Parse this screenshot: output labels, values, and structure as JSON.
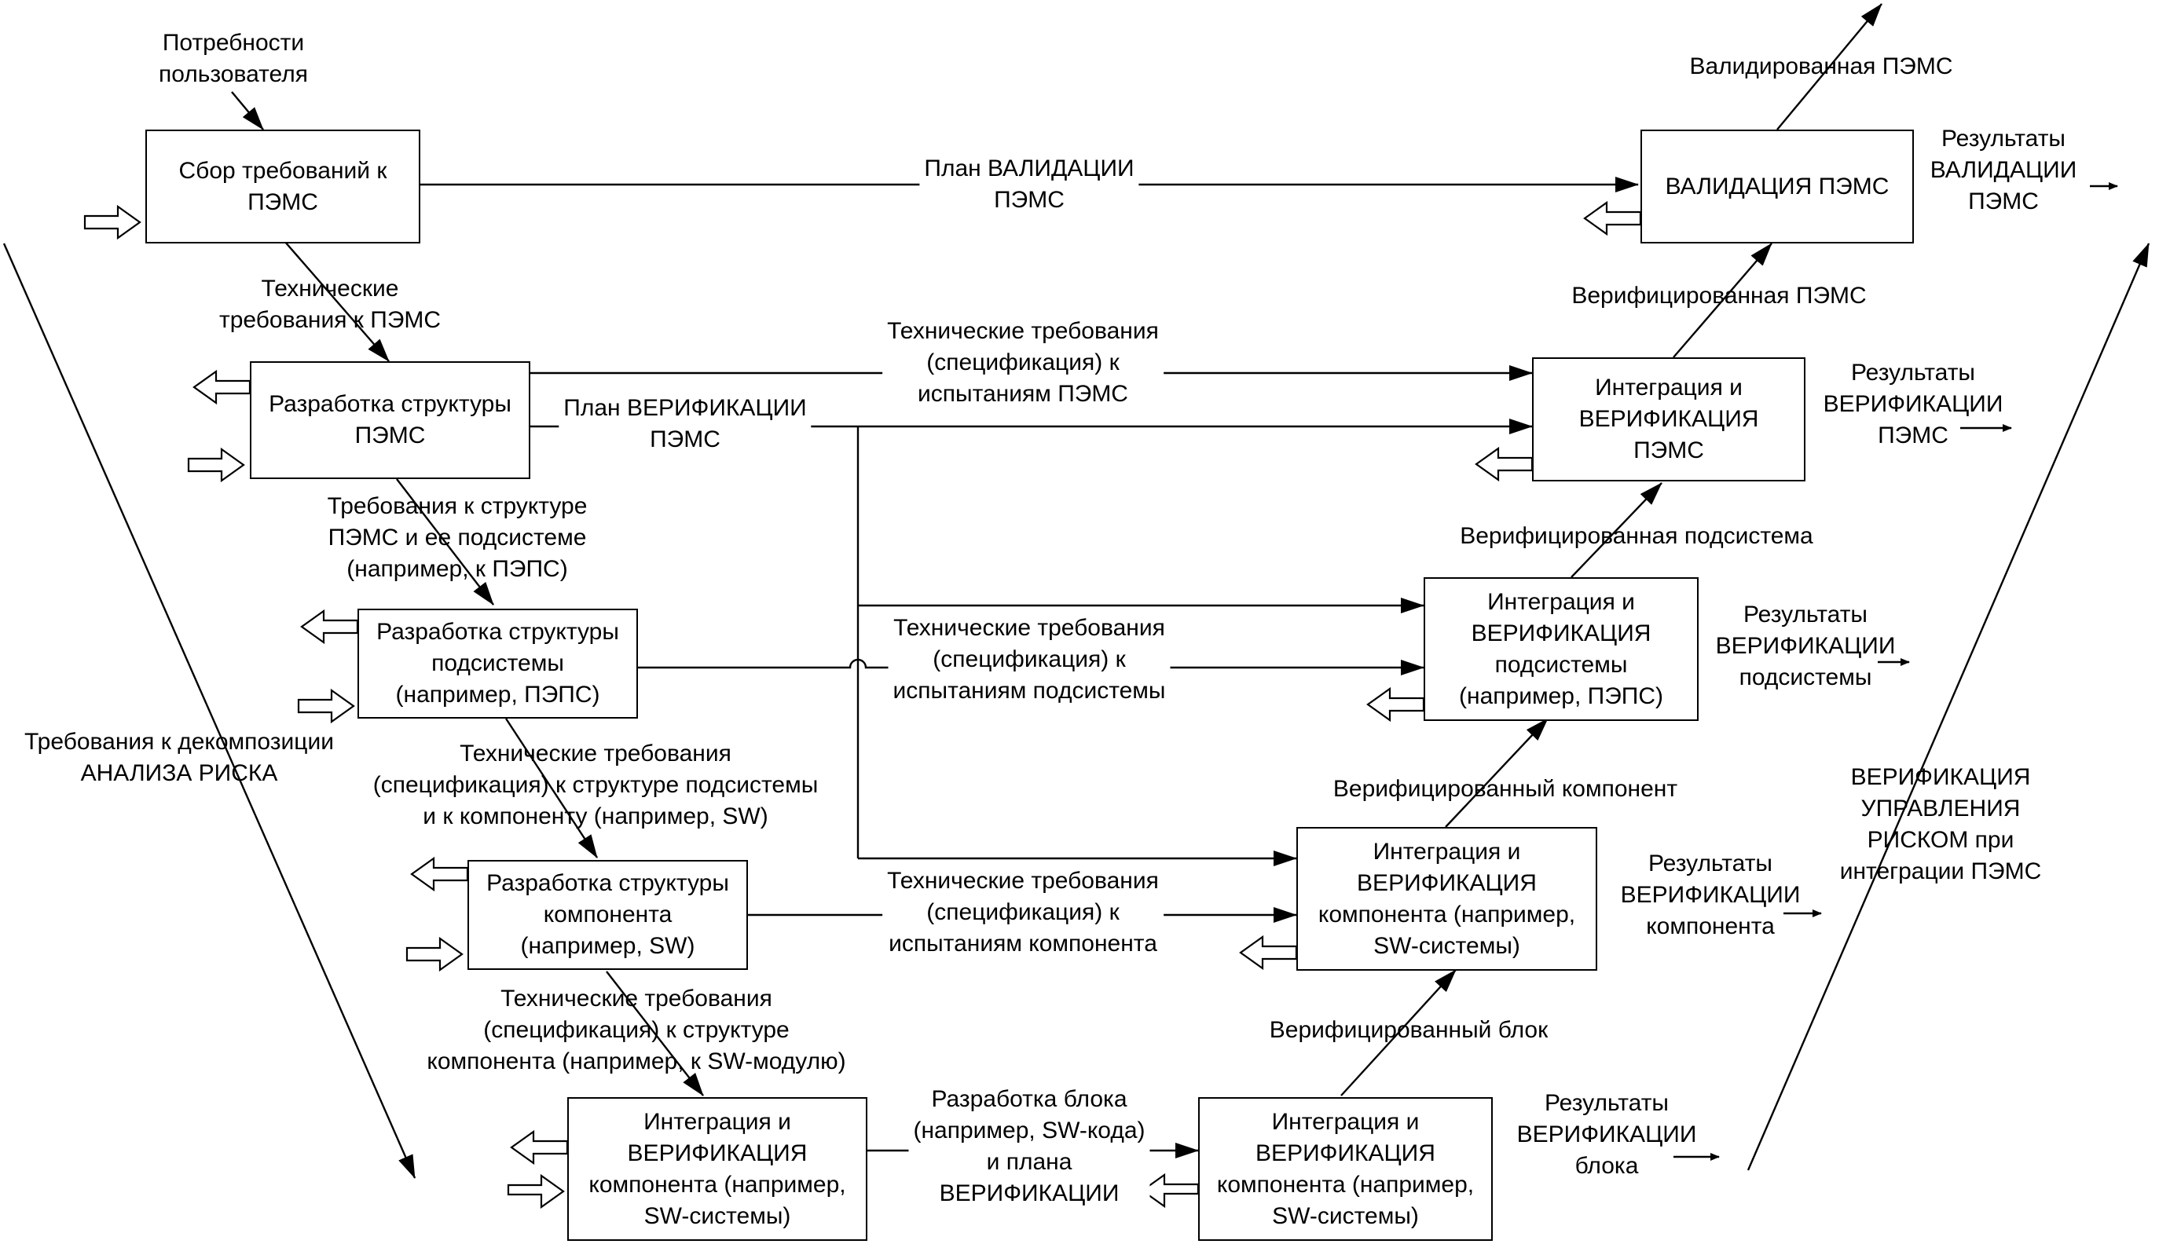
{
  "boxes": {
    "requirements_collection": "Сбор требований к\nПЭМС",
    "pems_validation": "ВАЛИДАЦИЯ ПЭМС",
    "pems_structure": "Разработка структуры\nПЭМС",
    "pems_integration": "Интеграция и\nВЕРИФИКАЦИЯ\nПЭМС",
    "subsystem_structure": "Разработка структуры\nподсистемы\n(например, ПЭПС)",
    "subsystem_integration": "Интеграция и\nВЕРИФИКАЦИЯ\nподсистемы\n(например, ПЭПС)",
    "component_structure": "Разработка структуры\nкомпонента\n(например, SW)",
    "component_integration": "Интеграция и\nВЕРИФИКАЦИЯ\nкомпонента (например,\nSW-системы)",
    "unit_left": "Интеграция и\nВЕРИФИКАЦИЯ\nкомпонента (например,\nSW-системы)",
    "unit_right": "Интеграция и\nВЕРИФИКАЦИЯ\nкомпонента (например,\nSW-системы)"
  },
  "labels": {
    "user_needs": "Потребности\nпользователя",
    "validated_pems": "Валидированная ПЭМС",
    "validation_plan": "План ВАЛИДАЦИИ\nПЭМС",
    "validation_results": "Результаты\nВАЛИДАЦИИ\nПЭМС",
    "pems_tech_requirements": "Технические\nтребования к ПЭМС",
    "verified_pems": "Верифицированная ПЭМС",
    "pems_test_spec": "Технические требования\n(спецификация) к\nиспытаниям ПЭМС",
    "verification_plan": "План ВЕРИФИКАЦИИ\nПЭМС",
    "pems_verification_results": "Результаты\nВЕРИФИКАЦИИ\nПЭМС",
    "structure_requirements": "Требования к структуре\nПЭМС и ее подсистеме\n(например, к ПЭПС)",
    "verified_subsystem": "Верифицированная подсистема",
    "subsystem_test_spec": "Технические требования\n(спецификация) к\nиспытаниям подсистемы",
    "subsystem_verification_results": "Результаты\nВЕРИФИКАЦИИ\nподсистемы",
    "risk_decomposition": "Требования к декомпозиции\nАНАЛИЗА РИСКА",
    "subsystem_component_spec": "Технические требования\n(спецификация) к структуре подсистемы\nи к компоненту (например, SW)",
    "verified_component": "Верифицированный компонент",
    "risk_verification": "ВЕРИФИКАЦИЯ УПРАВЛЕНИЯ\nРИСКОМ при интеграции ПЭМС",
    "component_test_spec": "Технические требования\n(спецификация) к\nиспытаниям компонента",
    "component_verification_results": "Результаты\nВЕРИФИКАЦИИ\nкомпонента",
    "component_structure_spec": "Технические требования\n(спецификация) к структуре\nкомпонента (например, к SW-модулю)",
    "verified_unit": "Верифицированный блок",
    "unit_development": "Разработка блока\n(например, SW-кода)\nи плана\nВЕРИФИКАЦИИ",
    "unit_verification_results": "Результаты\nВЕРИФИКАЦИИ\nблока"
  }
}
